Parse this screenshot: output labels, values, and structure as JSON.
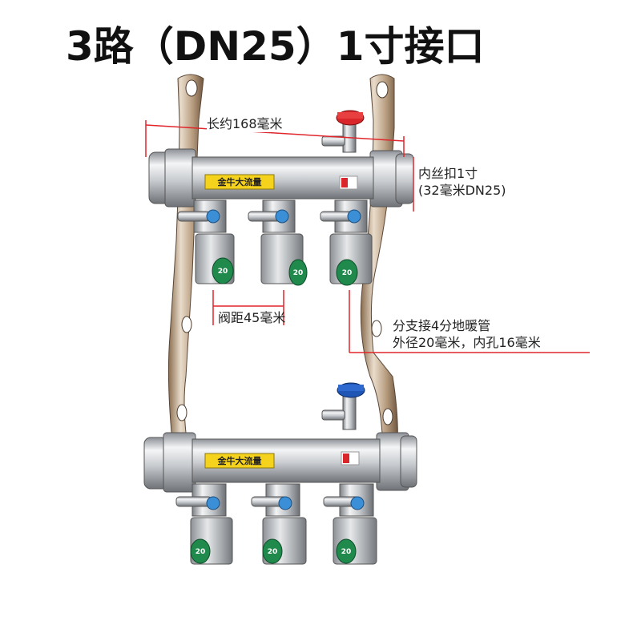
{
  "title": "3路（DN25）1寸接口",
  "annotations": {
    "length": "长约168毫米",
    "thread_line1": "内丝扣1寸",
    "thread_line2": "(32毫米DN25)",
    "spacing": "阀距45毫米",
    "branch_line1": "分支接4分地暖管",
    "branch_line2": "外径20毫米，内孔16毫米"
  },
  "product": {
    "brand_label": "金牛大流量",
    "port_count": 3,
    "fitting_tag": "20"
  },
  "colors": {
    "dimension_line": "#e0262b",
    "brand_label_bg": "#f5d21c",
    "valve_red": "#d8262a",
    "valve_blue": "#1f55b5",
    "tag_green": "#1f8a4c",
    "metal": "#c9ccd0"
  }
}
